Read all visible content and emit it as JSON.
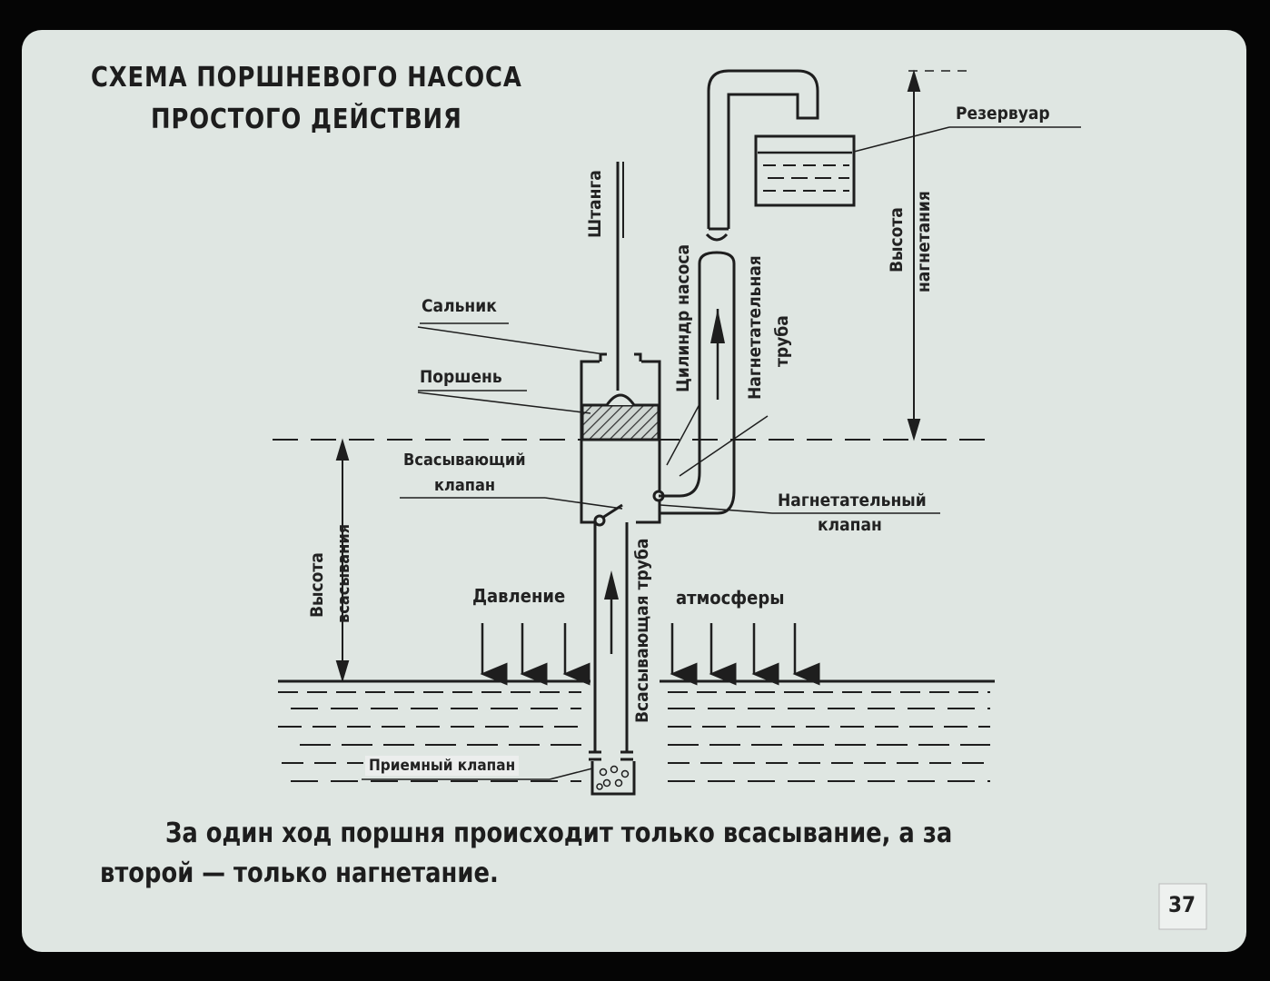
{
  "title": {
    "line1": "СХЕМА ПОРШНЕВОГО НАСОСА",
    "line2": "ПРОСТОГО ДЕЙСТВИЯ"
  },
  "labels": {
    "reservoir": "Резервуар",
    "rod": "Штанга",
    "gland": "Сальник",
    "piston": "Поршень",
    "pump_cylinder": "Цилиндр насоса",
    "discharge_pipe_1": "Нагнетательная",
    "discharge_pipe_2": "труба",
    "discharge_height_1": "Высота",
    "discharge_height_2": "нагнетания",
    "suction_valve_1": "Всасывающий",
    "suction_valve_2": "клапан",
    "discharge_valve_1": "Нагнетательный",
    "discharge_valve_2": "клапан",
    "suction_height_1": "Высота",
    "suction_height_2": "всасывания",
    "pressure": "Давление",
    "atmosphere": "атмосферы",
    "suction_pipe": "Всасывающая труба",
    "intake_valve": "Приемный клапан"
  },
  "caption": {
    "line1": "За один ход поршня происходит только всасывание, а за",
    "line2": "второй — только нагнетание."
  },
  "page_number": "37",
  "colors": {
    "paper": "#dfe6e2",
    "ink": "#1e1e1e",
    "label_bg": "#ecefed"
  }
}
